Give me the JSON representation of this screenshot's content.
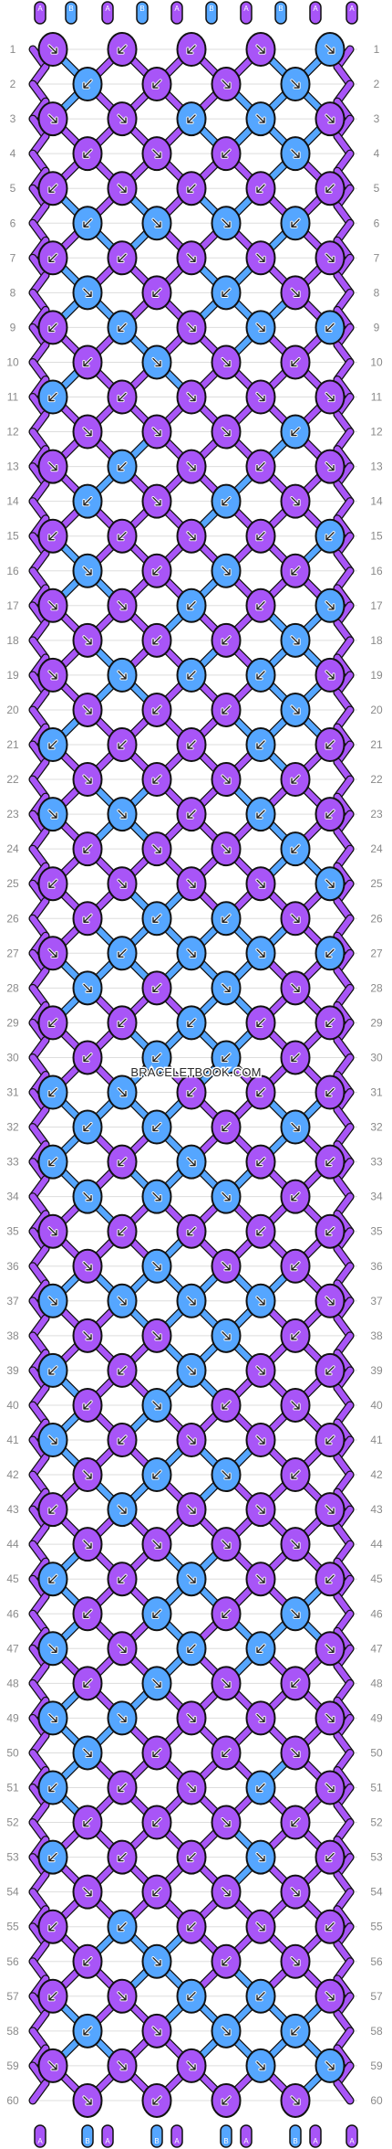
{
  "pattern": {
    "row_count": 60,
    "strand_labels_top": [
      "A",
      "B",
      "A",
      "B",
      "A",
      "B",
      "A",
      "B",
      "A",
      "A"
    ],
    "strand_labels_bottom": [
      "A",
      "B",
      "A",
      "B",
      "A",
      "B",
      "A",
      "B",
      "A",
      "A"
    ],
    "colors": {
      "A": "#a855f7",
      "B": "#55a6ff",
      "outline": "#111111",
      "grid": "#dddddd"
    },
    "watermark": "BRACELETBOOK.COM"
  }
}
